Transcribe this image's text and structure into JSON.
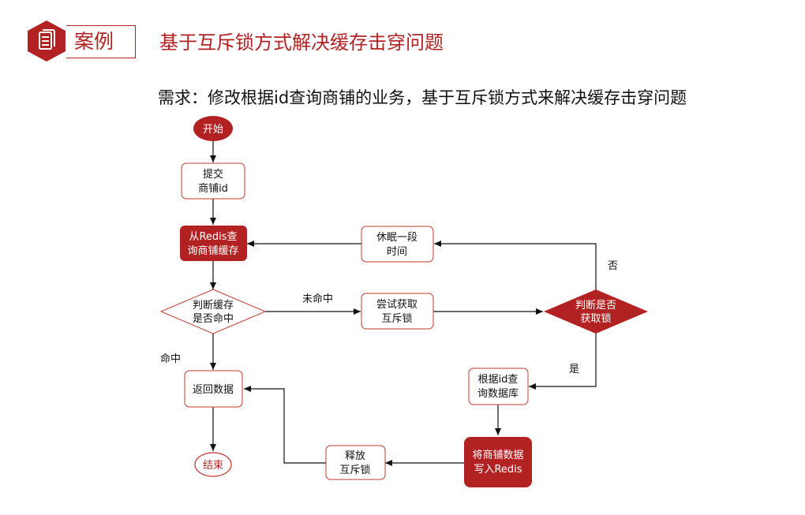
{
  "header": {
    "icon": "document-icon",
    "label": "案例",
    "title": "基于互斥锁方式解决缓存击穿问题"
  },
  "requirement": "需求：修改根据id查询商铺的业务，基于互斥锁方式来解决缓存击穿问题",
  "flow": {
    "start": "开始",
    "submit": [
      "提交",
      "商铺id"
    ],
    "query_redis": [
      "从Redis查",
      "询商铺缓存"
    ],
    "cache_hit": [
      "判断缓存",
      "是否命中"
    ],
    "try_lock": [
      "尝试获取",
      "互斥锁"
    ],
    "lock_ok": [
      "判断是否",
      "获取锁"
    ],
    "sleep": [
      "休眠一段",
      "时间"
    ],
    "query_db": [
      "根据id查",
      "询数据库"
    ],
    "write_redis": [
      "将商铺数据",
      "写入Redis"
    ],
    "release": [
      "释放",
      "互斥锁"
    ],
    "return": "返回数据",
    "end": "结束"
  },
  "edge_labels": {
    "miss": "未命中",
    "hit": "命中",
    "no": "否",
    "yes": "是"
  },
  "colors": {
    "accent": "#b22222",
    "border": "#c0392b"
  }
}
